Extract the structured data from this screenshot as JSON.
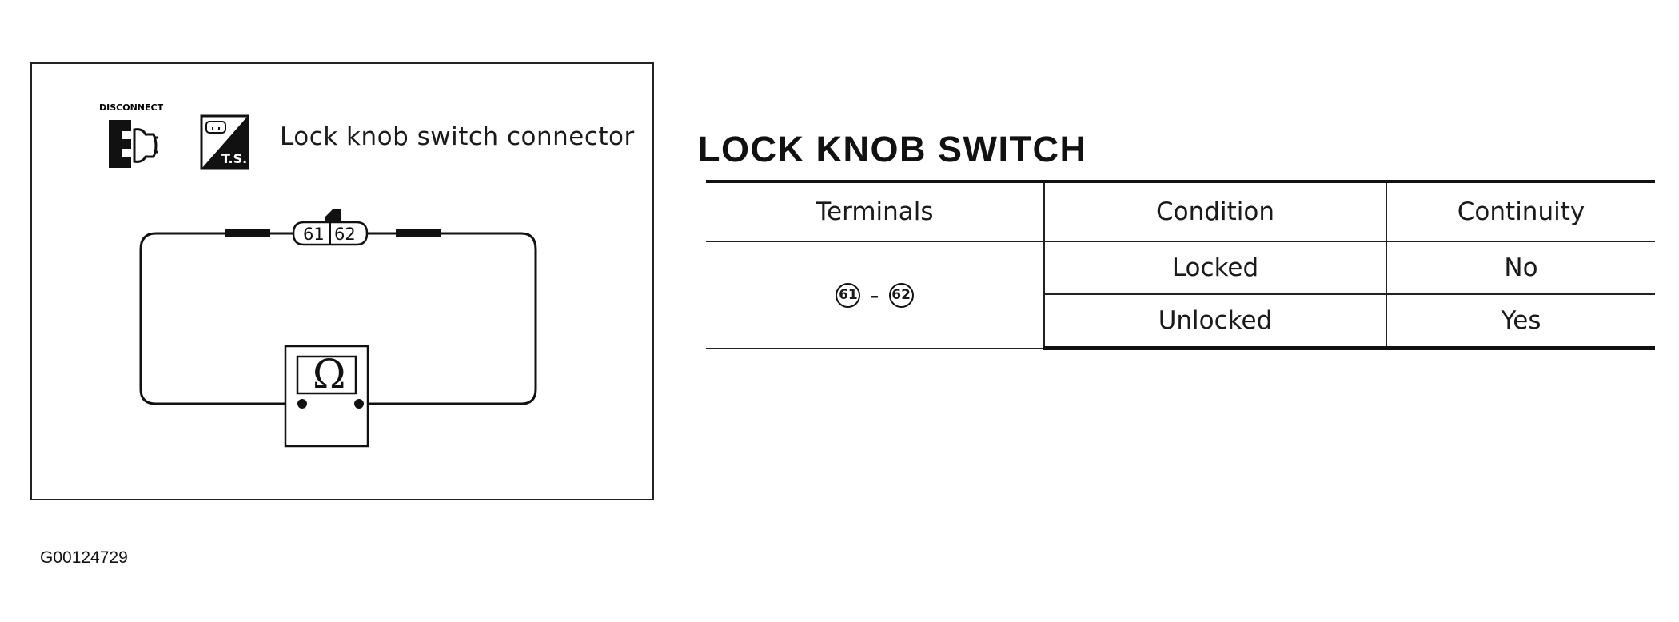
{
  "figure": {
    "disconnect_tag": "DISCONNECT",
    "ts_tag": "T.S.",
    "connector_caption": "Lock knob switch connector",
    "pins": [
      "61",
      "62"
    ],
    "meter_symbol": "Ω"
  },
  "section": {
    "title": "LOCK KNOB SWITCH"
  },
  "table": {
    "headers": [
      "Terminals",
      "Condition",
      "Continuity"
    ],
    "terminal_a": "61",
    "terminal_sep": "-",
    "terminal_b": "62",
    "rows": [
      {
        "condition": "Locked",
        "continuity": "No"
      },
      {
        "condition": "Unlocked",
        "continuity": "Yes"
      }
    ]
  },
  "figure_id": "G00124729"
}
